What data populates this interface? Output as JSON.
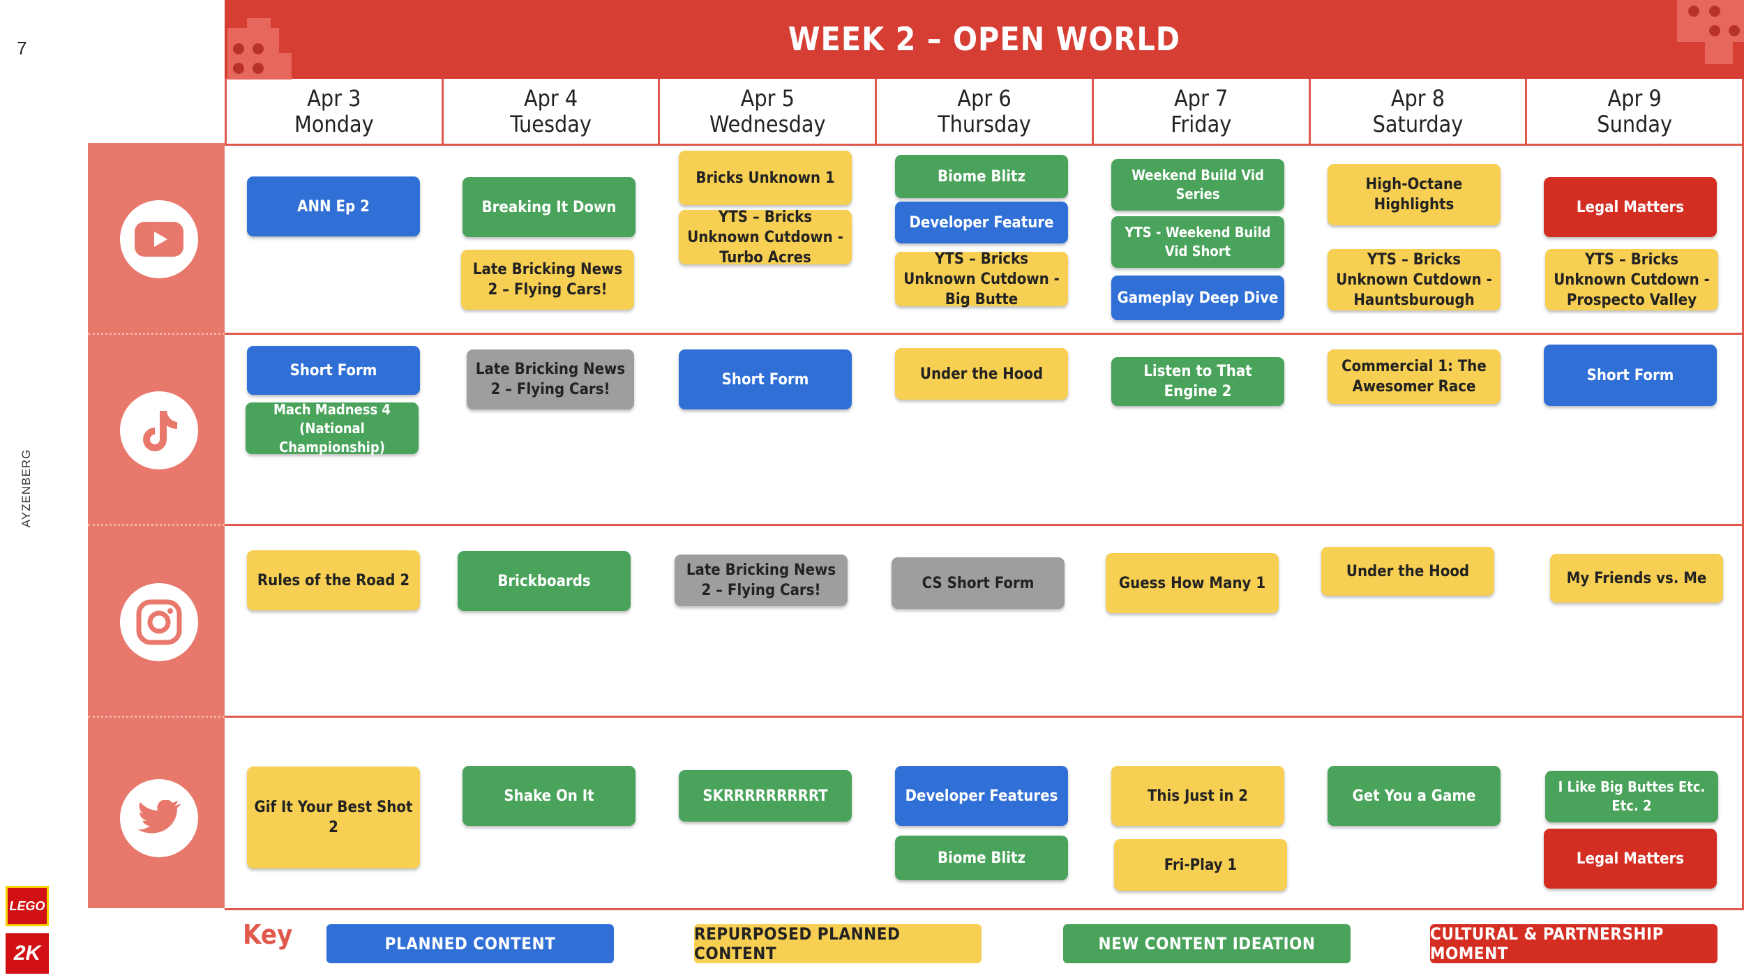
{
  "page": {
    "number": "7",
    "author": "AYZENBERG"
  },
  "title": "WEEK 2 – OPEN WORLD",
  "days": [
    {
      "date": "Apr 3",
      "weekday": "Monday"
    },
    {
      "date": "Apr 4",
      "weekday": "Tuesday"
    },
    {
      "date": "Apr 5",
      "weekday": "Wednesday"
    },
    {
      "date": "Apr 6",
      "weekday": "Thursday"
    },
    {
      "date": "Apr 7",
      "weekday": "Friday"
    },
    {
      "date": "Apr 8",
      "weekday": "Saturday"
    },
    {
      "date": "Apr 9",
      "weekday": "Sunday"
    }
  ],
  "platforms": [
    "youtube-icon",
    "tiktok-icon",
    "instagram-icon",
    "twitter-icon"
  ],
  "colors": {
    "planned": "#2f6fd6",
    "repurposed": "#f7cf52",
    "new": "#4aa35b",
    "cultural": "#d42e23",
    "gray": "#9e9e9e",
    "brand_red": "#d63d33"
  },
  "cards": {
    "yt": {
      "mon": "ANN Ep 2",
      "tue": [
        "Breaking It Down",
        "Late Bricking News 2 – Flying Cars!"
      ],
      "wed": [
        "Bricks Unknown 1",
        "YTS – Bricks Unknown Cutdown - Turbo Acres"
      ],
      "thu": [
        "Biome Blitz",
        "Developer Feature",
        "YTS – Bricks Unknown Cutdown - Big Butte"
      ],
      "fri": [
        "Weekend Build Vid Series",
        "YTS - Weekend Build Vid Short",
        "Gameplay Deep Dive"
      ],
      "sat": [
        "High-Octane Highlights",
        "YTS – Bricks Unknown Cutdown - Hauntsburough"
      ],
      "sun": [
        "Legal Matters",
        "YTS – Bricks Unknown Cutdown - Prospecto Valley"
      ]
    },
    "tt": {
      "mon": [
        "Short Form",
        "Mach Madness 4 (National Championship)"
      ],
      "tue": "Late Bricking News 2 – Flying Cars!",
      "wed": "Short Form",
      "thu": "Under the Hood",
      "fri": "Listen to That Engine 2",
      "sat": "Commercial 1: The Awesomer Race",
      "sun": "Short Form"
    },
    "ig": {
      "mon": "Rules of the Road 2",
      "tue": "Brickboards",
      "wed": "Late Bricking News 2 – Flying Cars!",
      "thu": "CS Short Form",
      "fri": "Guess How Many 1",
      "sat": "Under the Hood",
      "sun": "My Friends vs. Me"
    },
    "tw": {
      "mon": "Gif It Your Best Shot 2",
      "tue": "Shake On It",
      "wed": "SKRRRRRRRRRT",
      "thu": [
        "Developer Features",
        "Biome Blitz"
      ],
      "fri": [
        "This Just in 2",
        "Fri-Play 1"
      ],
      "sat": "Get You a Game",
      "sun": [
        "I Like Big Buttes Etc. Etc. 2",
        "Legal Matters"
      ]
    }
  },
  "key": {
    "label": "Key",
    "items": [
      "PLANNED CONTENT",
      "REPURPOSED PLANNED CONTENT",
      "NEW CONTENT IDEATION",
      "CULTURAL & PARTNERSHIP MOMENT"
    ]
  },
  "logos": {
    "lego": "LEGO",
    "twok": "2K"
  }
}
